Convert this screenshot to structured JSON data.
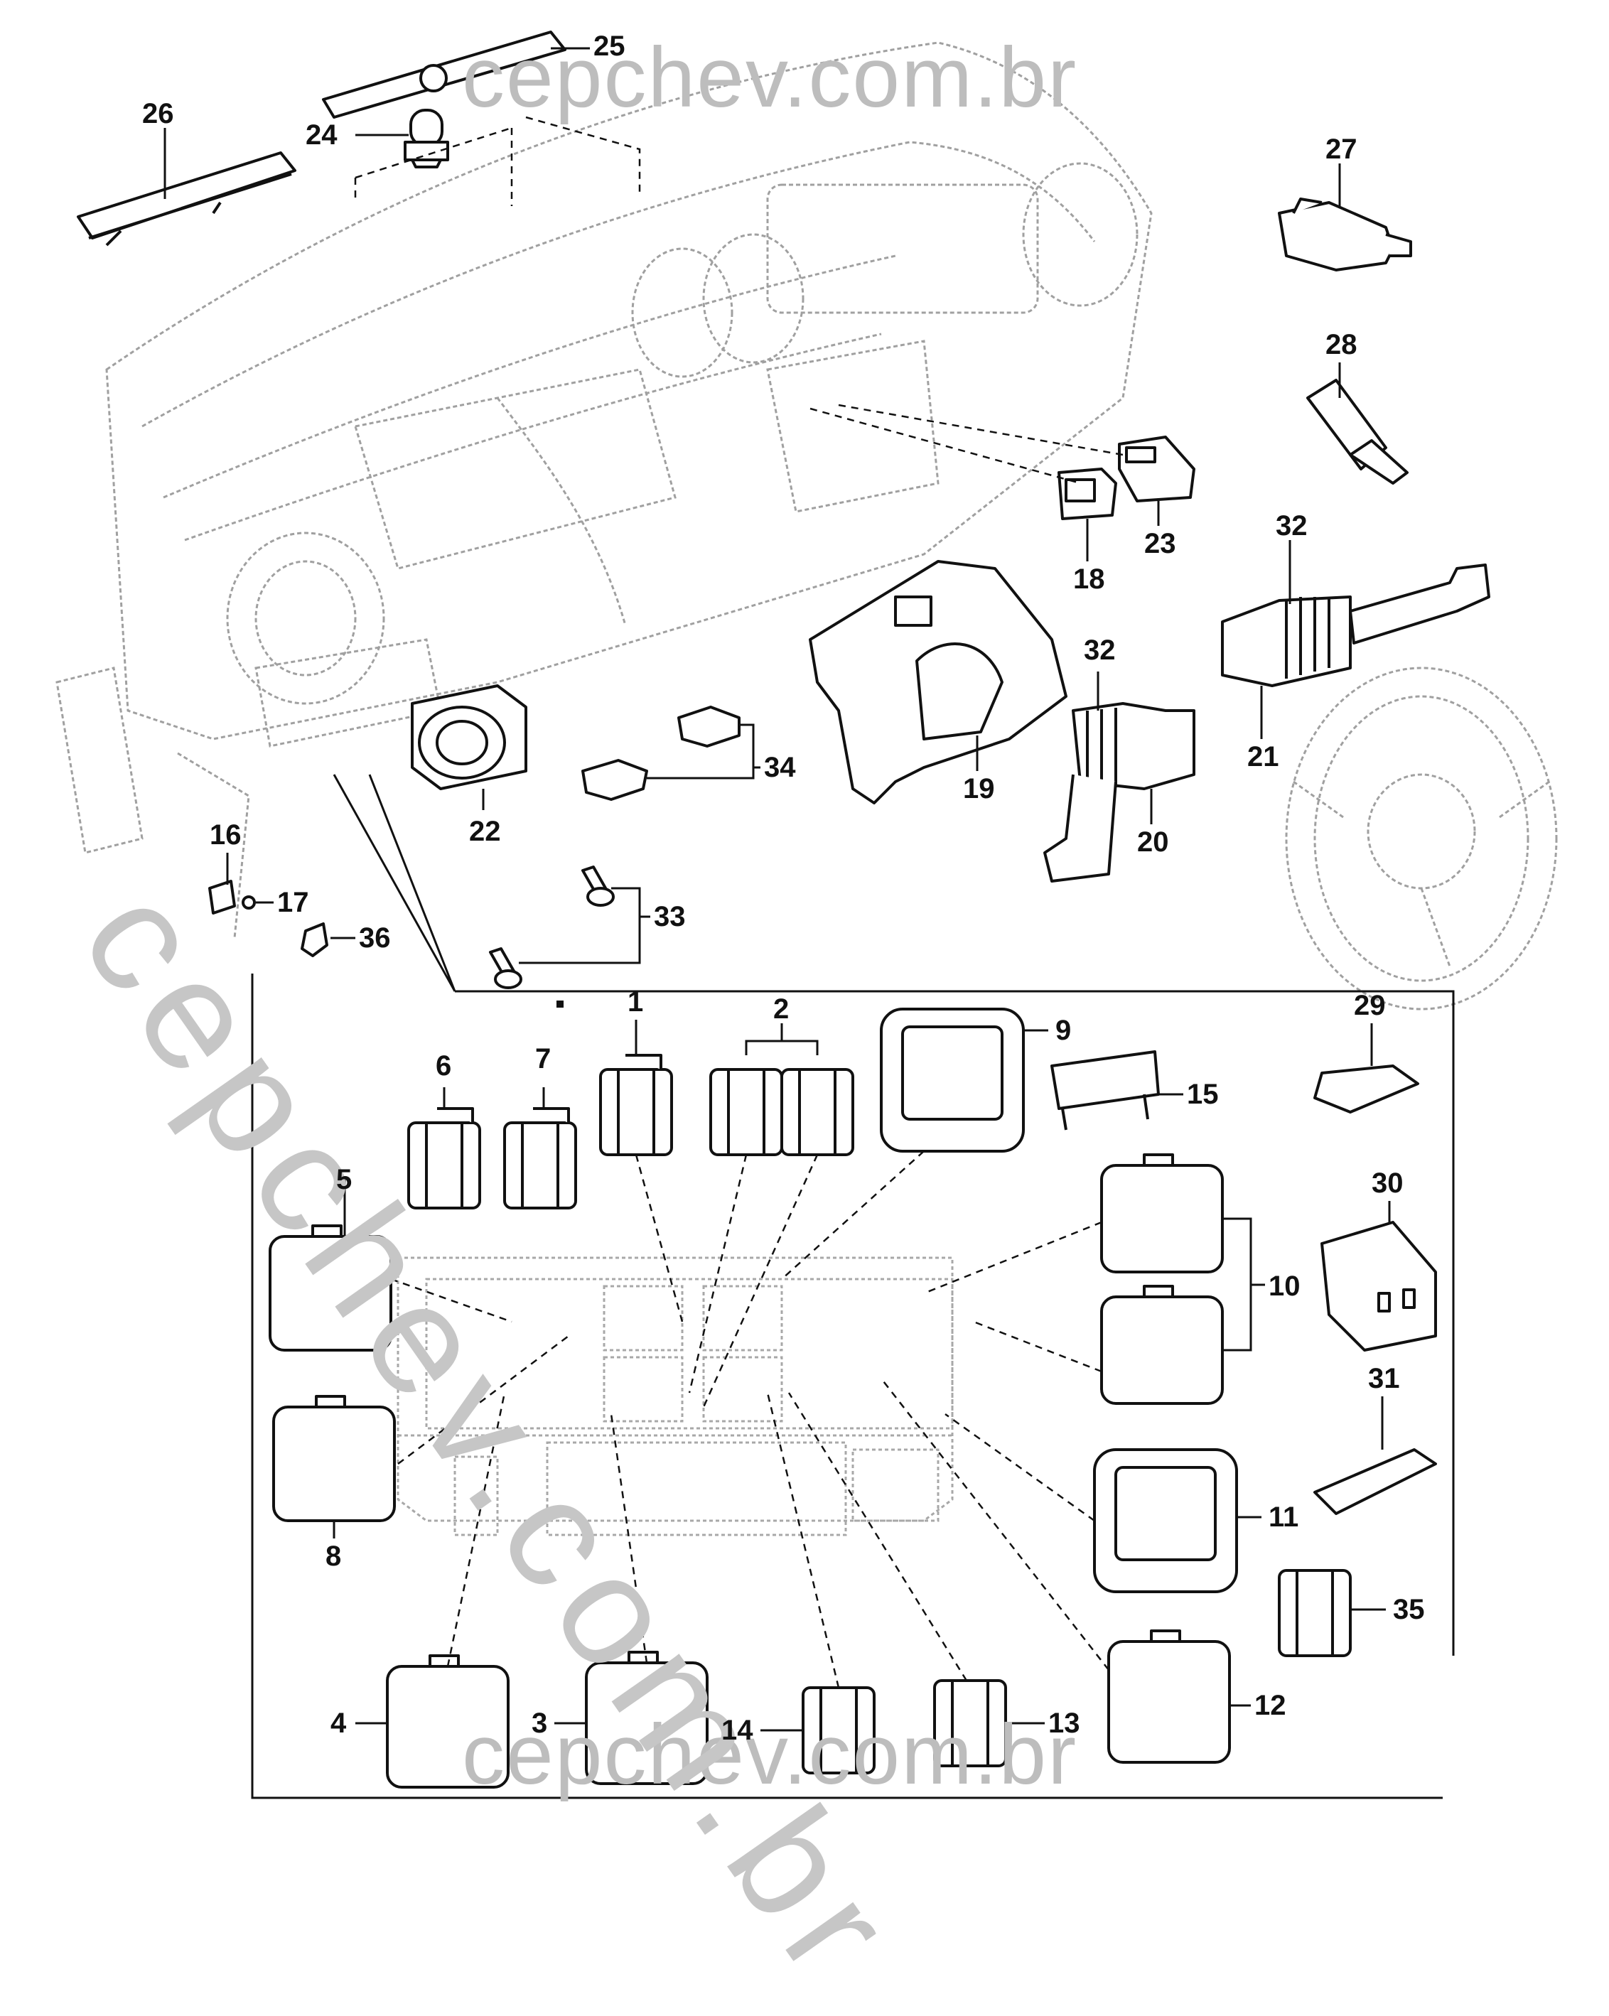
{
  "watermark": {
    "text": "cepchev.com.br"
  },
  "labels": {
    "l1": "1",
    "l2": "2",
    "l3": "3",
    "l4": "4",
    "l5": "5",
    "l6": "6",
    "l7": "7",
    "l8": "8",
    "l9": "9",
    "l10": "10",
    "l11": "11",
    "l12": "12",
    "l13": "13",
    "l14": "14",
    "l15": "15",
    "l16": "16",
    "l17": "17",
    "l18": "18",
    "l19": "19",
    "l20": "20",
    "l21": "21",
    "l22": "22",
    "l23": "23",
    "l24": "24",
    "l25": "25",
    "l26": "26",
    "l27": "27",
    "l28": "28",
    "l29": "29",
    "l30": "30",
    "l31": "31",
    "l32a": "32",
    "l32b": "32",
    "l33": "33",
    "l34": "34",
    "l35": "35",
    "l36": "36"
  },
  "colors": {
    "line": "#111111",
    "sketch": "#9a9a9a",
    "watermark": "#c0c0c0"
  }
}
